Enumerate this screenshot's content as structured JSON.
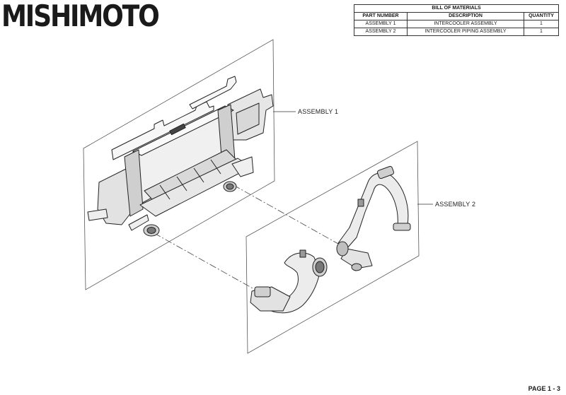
{
  "brand": {
    "logo_text": "MISHIMOTO"
  },
  "bom": {
    "title": "BILL OF MATERIALS",
    "columns": [
      "PART NUMBER",
      "DESCRIPTION",
      "QUANTITY"
    ],
    "rows": [
      {
        "part": "ASSEMBLY 1",
        "description": "INTERCOOLER ASSEMBLY",
        "qty": "1"
      },
      {
        "part": "ASSEMBLY 2",
        "description": "INTERCOOLER PIPING ASSEMBLY",
        "qty": "1"
      }
    ]
  },
  "callouts": {
    "assembly1": "ASSEMBLY 1",
    "assembly2": "ASSEMBLY 2"
  },
  "footer": {
    "page": "PAGE 1 - 3"
  }
}
